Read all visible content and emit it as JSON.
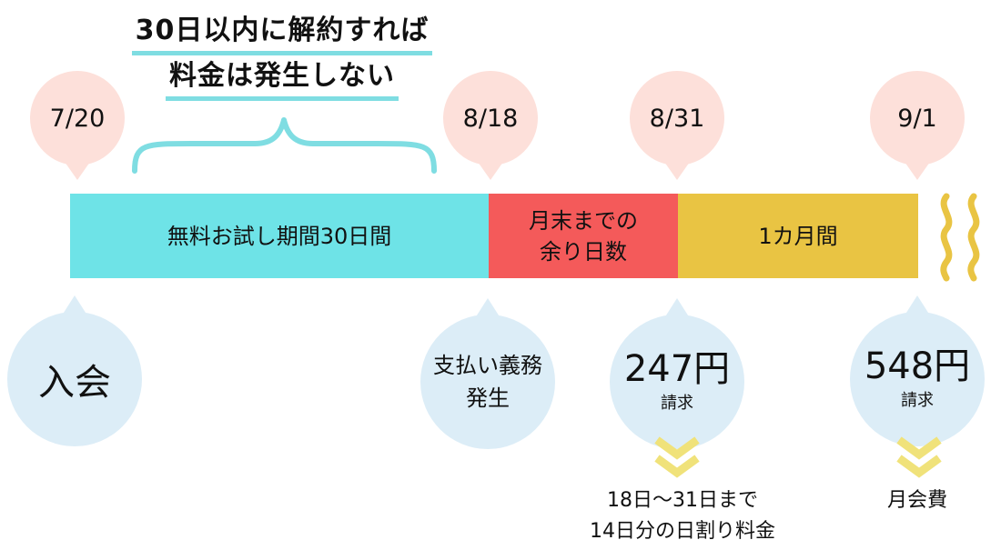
{
  "headline": {
    "line1": "30日以内に解約すれば",
    "line2": "料金は発生しない"
  },
  "dates": {
    "d1": "7/20",
    "d2": "8/18",
    "d3": "8/31",
    "d4": "9/1"
  },
  "segments": {
    "trial": "無料お試し期間30日間",
    "remainder": "月末までの\n余り日数",
    "month": "1カ月間"
  },
  "bubbles": {
    "join": "入会",
    "obligation": "支払い義務\n発生",
    "first_amount": "247円",
    "first_label": "請求",
    "second_amount": "548円",
    "second_label": "請求"
  },
  "notes": {
    "prorate_line1": "18日〜31日まで",
    "prorate_line2": "14日分の日割り料金",
    "monthly_fee": "月会費"
  },
  "colors": {
    "trial": "#6ee3e7",
    "remainder": "#f45a5a",
    "month": "#e9c443",
    "date_bubble": "#fde0da",
    "blue_bubble": "#dcedf7",
    "accent_line": "#7fdde2",
    "chevron": "#f0e27a",
    "squiggle": "#e9c443"
  }
}
